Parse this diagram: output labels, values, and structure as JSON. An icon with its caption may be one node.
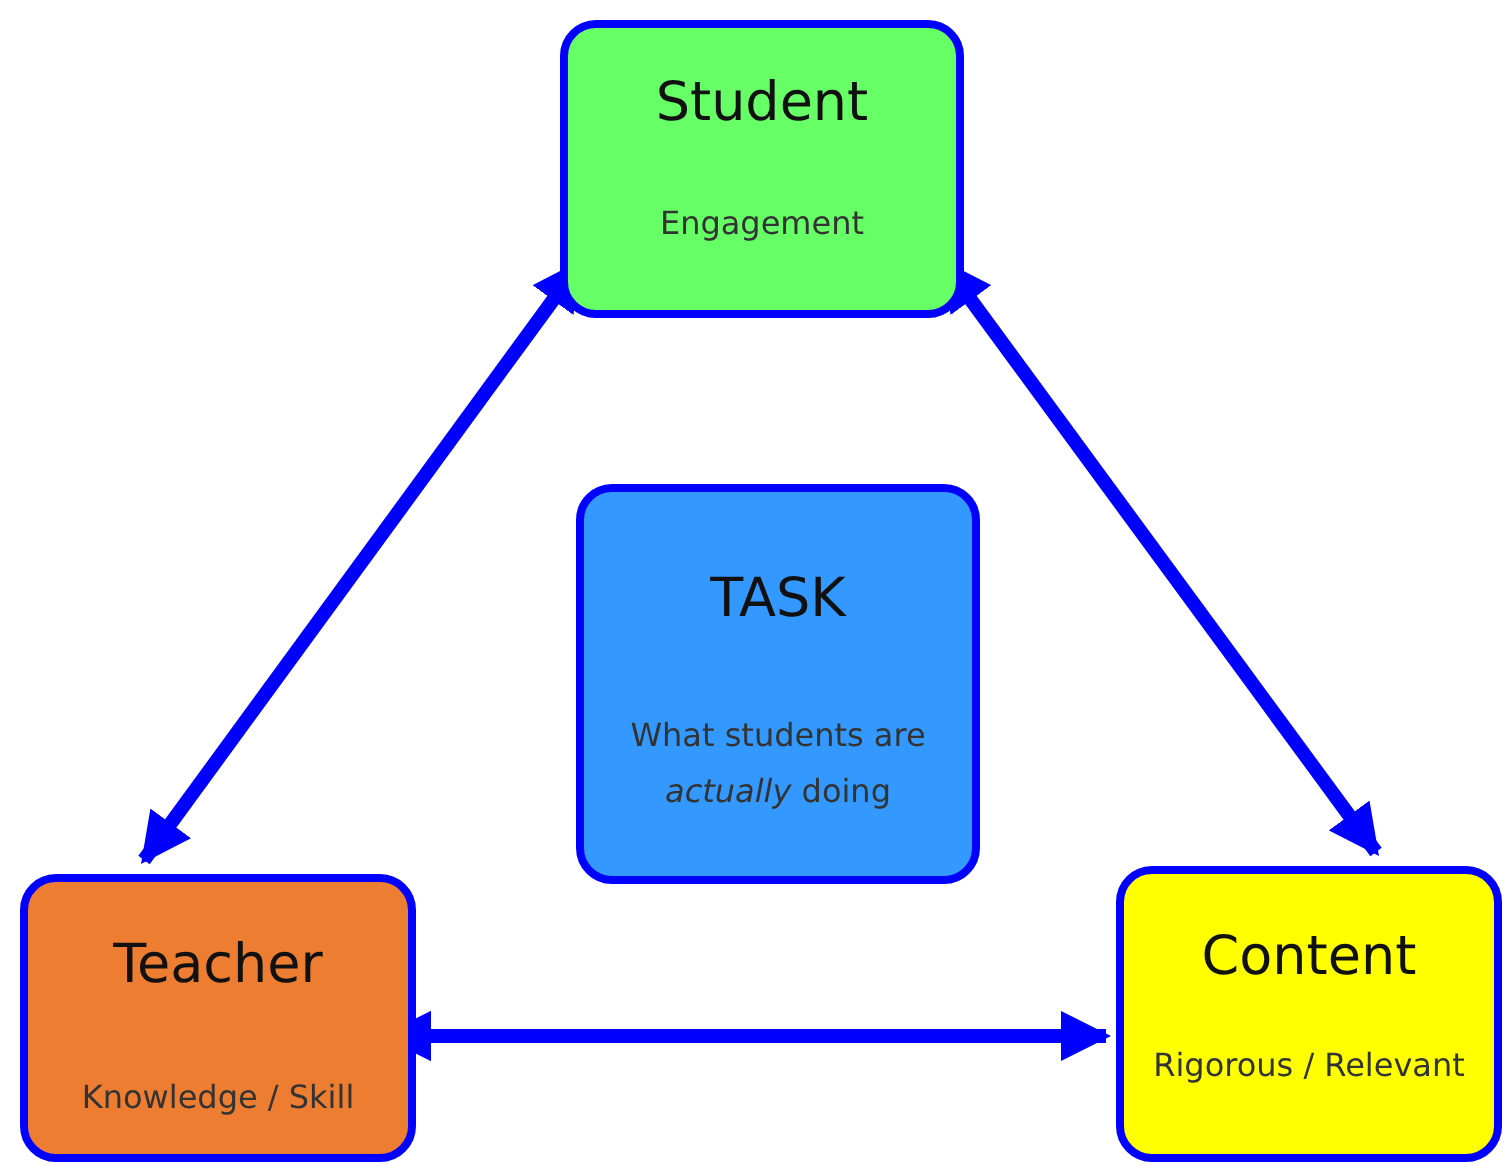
{
  "diagram": {
    "nodes": [
      {
        "text": [
          "Student",
          "Engagement"
        ]
      },
      {
        "text": [
          "TASK",
          "What students are *actually* doing"
        ]
      },
      {
        "text": [
          "Teacher",
          "Knowledge / Skill"
        ]
      },
      {
        "text": [
          "Content",
          "Rigorous / Relevant"
        ]
      }
    ],
    "edges": [
      {
        "from": 0,
        "to": 2,
        "arrow": "both"
      },
      {
        "from": 0,
        "to": 3,
        "arrow": "both"
      },
      {
        "from": 2,
        "to": 3,
        "arrow": "both"
      }
    ]
  }
}
